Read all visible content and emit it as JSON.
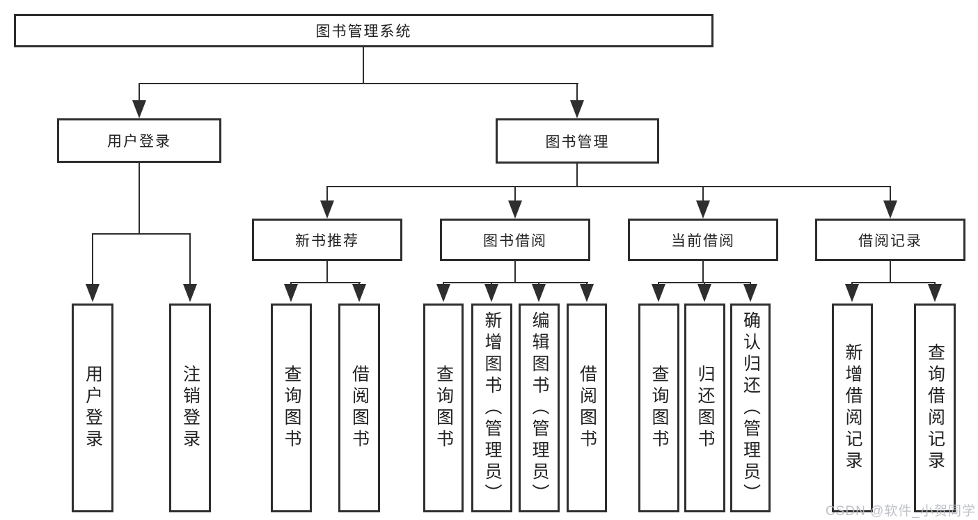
{
  "nodes": {
    "root": "图书管理系统",
    "user_login": "用户登录",
    "book_mgmt": "图书管理",
    "new_book_rec": "新书推荐",
    "book_borrow": "图书借阅",
    "current_borrow": "当前借阅",
    "borrow_record": "借阅记录",
    "leaf_user_login": "用户登录",
    "leaf_logout": "注销登录",
    "leaf_rec_query_book": "查询图书",
    "leaf_rec_borrow_book": "借阅图书",
    "leaf_bor_query_book": "查询图书",
    "leaf_bor_add_book": "新增图书（管理员）",
    "leaf_bor_edit_book": "编辑图书（管理员）",
    "leaf_bor_borrow_book": "借阅图书",
    "leaf_cur_query_book": "查询图书",
    "leaf_cur_return_book": "归还图书",
    "leaf_cur_confirm_return": "确认归还（管理员）",
    "leaf_add_borrow_record": "新增借阅记录",
    "leaf_query_borrow_record": "查询借阅记录"
  },
  "hierarchy": {
    "图书管理系统": {
      "用户登录": [
        "用户登录",
        "注销登录"
      ],
      "图书管理": {
        "新书推荐": [
          "查询图书",
          "借阅图书"
        ],
        "图书借阅": [
          "查询图书",
          "新增图书（管理员）",
          "编辑图书（管理员）",
          "借阅图书"
        ],
        "当前借阅": [
          "查询图书",
          "归还图书",
          "确认归还（管理员）"
        ],
        "借阅记录": [
          "新增借阅记录",
          "查询借阅记录"
        ]
      }
    }
  },
  "colors": {
    "line": "#2e2e2e",
    "box_background": "#ffffff",
    "text": "#222222",
    "watermark": "#b7bbc1"
  },
  "watermark": "CSDN @软件_小贺同学"
}
